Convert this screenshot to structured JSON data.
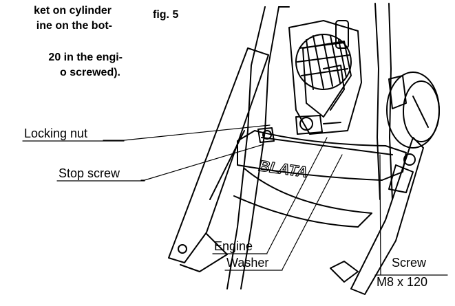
{
  "instructions": {
    "line1": "ket on cylinder",
    "line2": "ine on the bot-",
    "line3": "20 in the engi-",
    "line4": "o screwed)."
  },
  "figure": {
    "label": "fig. 5",
    "logo_text": "BLATA",
    "callouts": {
      "locking_nut": "Locking nut",
      "stop_screw": "Stop screw",
      "engine": "Engine",
      "washer": "Washer",
      "screw_line1": "Screw",
      "screw_line2": "M8 x 120"
    }
  }
}
